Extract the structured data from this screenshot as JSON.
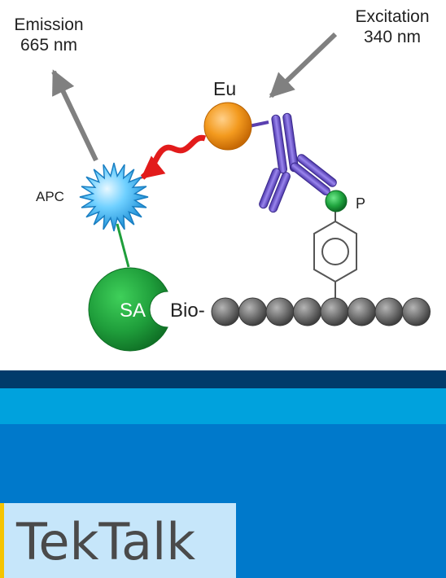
{
  "diagram": {
    "emission": {
      "line1": "Emission",
      "line2": "665 nm"
    },
    "excitation": {
      "line1": "Excitation",
      "line2": "340 nm"
    },
    "donor_label": "Eu",
    "acceptor_label": "APC",
    "phospho_label": "P",
    "streptavidin_label": "SA",
    "biotin_label": "Bio-"
  },
  "brand": {
    "name": "TekTalk"
  },
  "colors": {
    "europium": "#f39a1e",
    "apc": "#3fb6ee",
    "streptavidin": "#1f9e3b",
    "antibody": "#6b55c9",
    "energy_transfer_arrow": "#e21b1b",
    "peptide_bead": "#6e6e6e",
    "band_dark": "#003b6b",
    "band_mid": "#00a2dd",
    "band_main": "#0079cb",
    "brand_box": "#c6e6fa",
    "brand_accent": "#f5c400"
  }
}
